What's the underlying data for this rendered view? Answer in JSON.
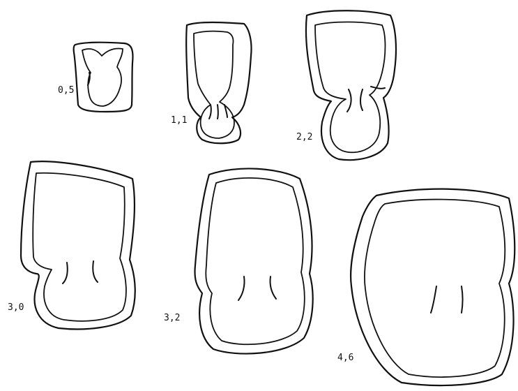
{
  "figure": {
    "stages": [
      {
        "id": "stage-a",
        "label": "0,5"
      },
      {
        "id": "stage-b",
        "label": "1,1"
      },
      {
        "id": "stage-c",
        "label": "2,2"
      },
      {
        "id": "stage-d",
        "label": "3,0"
      },
      {
        "id": "stage-e",
        "label": "3,2"
      },
      {
        "id": "stage-f",
        "label": "4,6"
      }
    ]
  }
}
